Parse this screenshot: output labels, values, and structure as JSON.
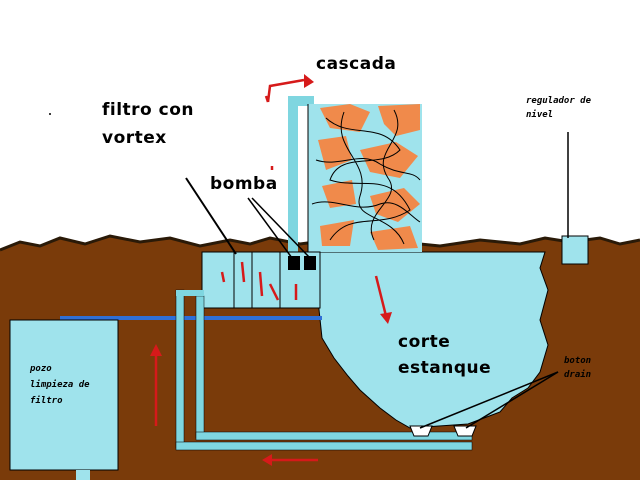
{
  "labels": {
    "cascada": "cascada",
    "filtro_line1": "filtro con",
    "filtro_line2": "vortex",
    "bomba": "bomba",
    "regulador_line1": "regulador de",
    "regulador_line2": "nivel",
    "corte_line1": "corte",
    "corte_line2": "estanque",
    "pozo_line1": "pozo",
    "pozo_line2": "limpieza de",
    "pozo_line3": "filtro",
    "boton_line1": "boton",
    "boton_line2": "drain"
  },
  "colors": {
    "sky": "#ffffff",
    "soil": "#7a3b0a",
    "water": "#9fe3ec",
    "pipe": "#7fd6e0",
    "pipe_dark": "#2f6fd6",
    "arrow": "#d61a1a",
    "outline": "#000000",
    "rock_orange": "#f08a4b"
  }
}
